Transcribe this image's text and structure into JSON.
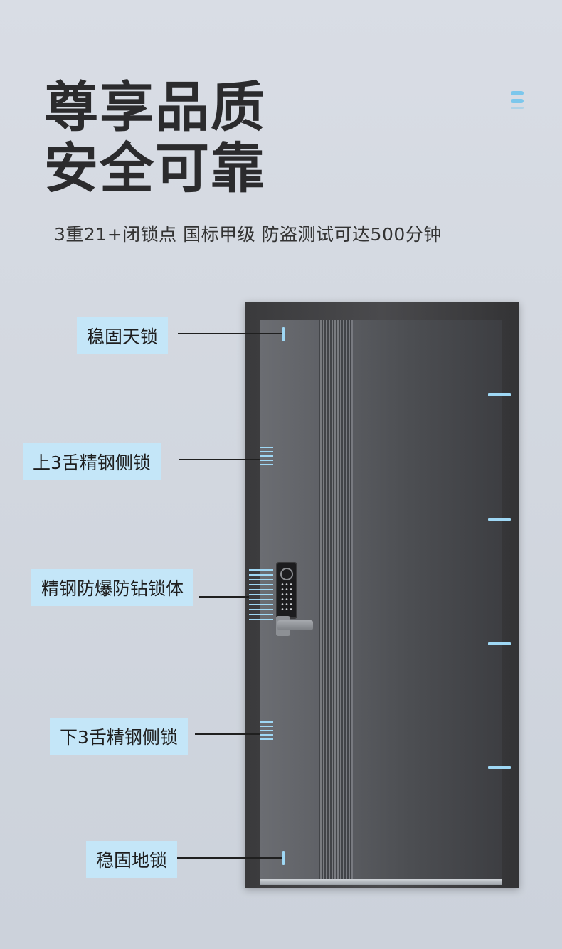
{
  "headline": {
    "line1": "尊享品质",
    "line2": "安全可靠"
  },
  "subtitle": "3重21+闭锁点 国标甲级 防盗测试可达500分钟",
  "callouts": [
    {
      "label": "稳固天锁"
    },
    {
      "label": "上3舌精钢侧锁"
    },
    {
      "label": "精钢防爆防钻锁体"
    },
    {
      "label": "下3舌精钢侧锁"
    },
    {
      "label": "稳固地锁"
    }
  ],
  "colors": {
    "accent": "#9fd8f5",
    "label_bg": "#c4e6f8",
    "headline": "#2b2b2d",
    "door": "#4d4f53"
  },
  "icons": {
    "deco": "bar-stack-icon"
  }
}
